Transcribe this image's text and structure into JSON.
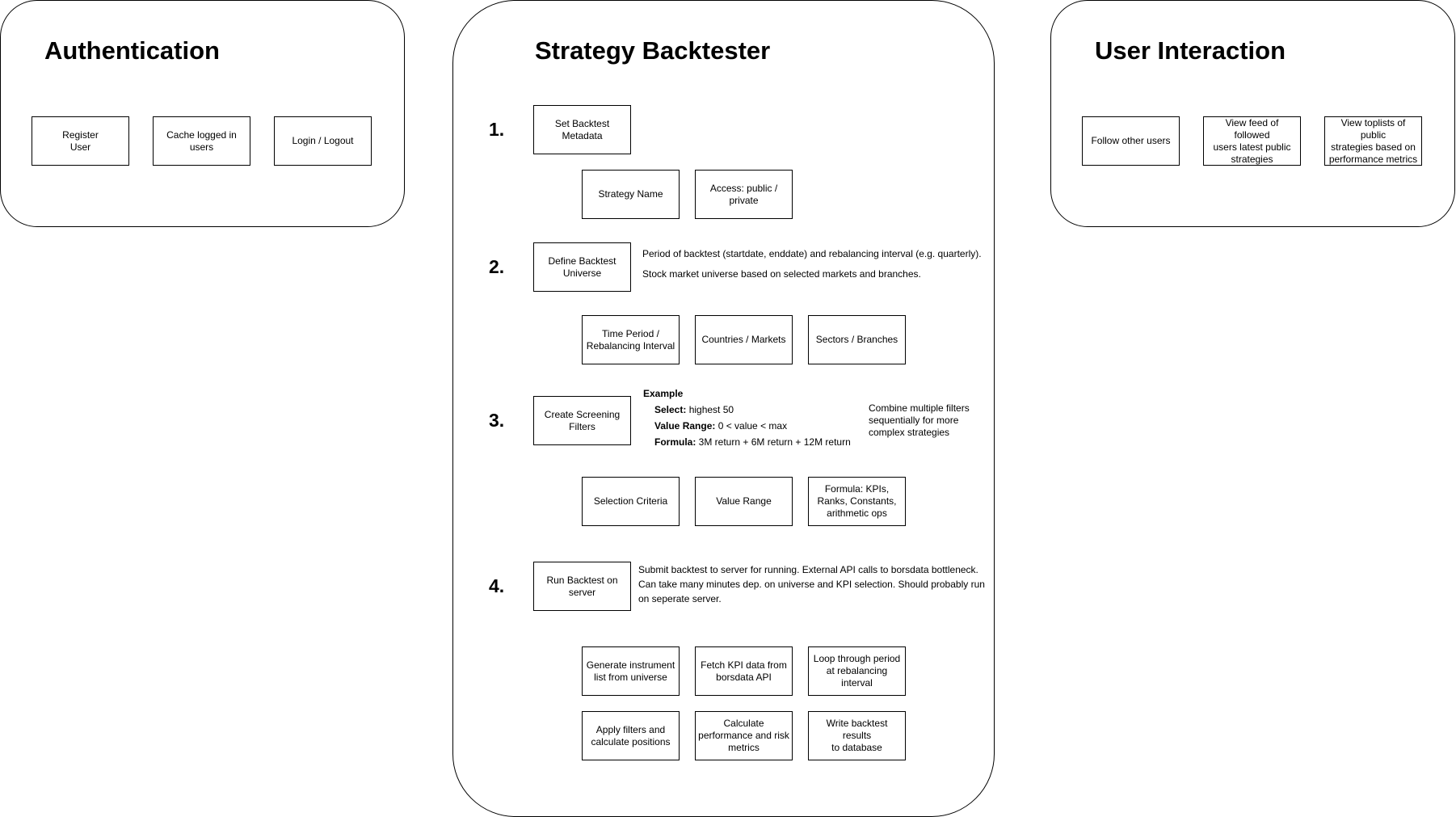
{
  "authentication": {
    "title": "Authentication",
    "items": [
      "Register\nUser",
      "Cache logged in\nusers",
      "Login / Logout"
    ]
  },
  "backtester": {
    "title": "Strategy Backtester",
    "steps": [
      {
        "number": "1.",
        "label": "Set Backtest\nMetadata",
        "subitems": [
          "Strategy Name",
          "Access: public /\nprivate"
        ]
      },
      {
        "number": "2.",
        "label": "Define Backtest\nUniverse",
        "notes": [
          "Period of backtest (startdate, enddate) and rebalancing interval (e.g. quarterly).",
          "Stock market universe based on selected markets and branches."
        ],
        "subitems": [
          "Time Period /\nRebalancing Interval",
          "Countries / Markets",
          "Sectors / Branches"
        ]
      },
      {
        "number": "3.",
        "label": "Create Screening\nFilters",
        "example": {
          "heading": "Example",
          "lines": [
            {
              "key": "Select:",
              "value": " highest 50"
            },
            {
              "key": "Value Range:",
              "value": " 0 < value < max"
            },
            {
              "key": "Formula:",
              "value": " 3M return + 6M return + 12M return"
            }
          ]
        },
        "side_note": "Combine multiple filters\nsequentially for more\ncomplex strategies",
        "subitems": [
          "Selection Criteria",
          "Value Range",
          "Formula: KPIs,\nRanks, Constants,\narithmetic ops"
        ]
      },
      {
        "number": "4.",
        "label": "Run Backtest on\nserver",
        "notes": [
          "Submit backtest to server for running. External API calls to borsdata bottleneck.",
          "Can take many minutes dep. on universe and KPI selection. Should probably run",
          "on seperate server."
        ],
        "subitems": [
          "Generate instrument\nlist from universe",
          "Fetch KPI data from\nborsdata API",
          "Loop through period\nat rebalancing interval",
          "Apply filters and\ncalculate positions",
          "Calculate\nperformance and risk\nmetrics",
          "Write backtest results\nto database"
        ]
      }
    ]
  },
  "user_interaction": {
    "title": "User Interaction",
    "items": [
      "Follow other users",
      "View feed of followed\nusers latest public\nstrategies",
      "View toplists of public\nstrategies based on\nperformance metrics"
    ]
  }
}
